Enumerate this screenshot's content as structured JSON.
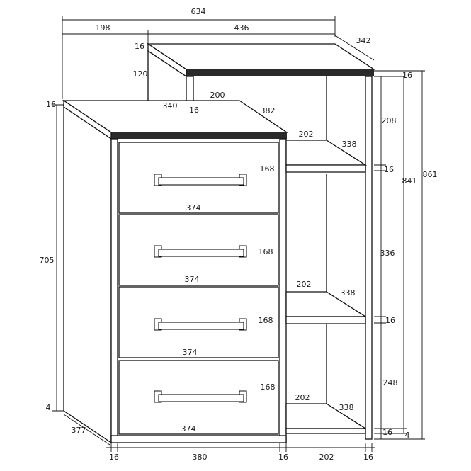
{
  "dimensions": {
    "total_width": "634",
    "left_width": "198",
    "top_width": "436",
    "top_depth": "342",
    "top_left_thk": "16",
    "riser_height": "120",
    "riser_depth": "340",
    "riser_thk": "16",
    "left_top_offset": "200",
    "left_top_depth": "382",
    "left_top_thk": "16",
    "right_top_thk": "16",
    "shelf1_width": "202",
    "shelf1_depth": "338",
    "shelf2_width": "202",
    "shelf2_depth": "338",
    "shelf3_width": "202",
    "shelf3_depth": "338",
    "drawer1_height": "168",
    "drawer2_height": "168",
    "drawer3_height": "168",
    "drawer4_height": "168",
    "drawer1_width": "374",
    "drawer2_width": "374",
    "drawer3_width": "374",
    "drawer4_width": "374",
    "gap_top": "208",
    "shelf_thk_1": "16",
    "gap_mid": "336",
    "shelf_thk_2": "16",
    "gap_low": "248",
    "shelf_thk_bottom": "16",
    "foot": "4",
    "inner_height": "841",
    "overall_height": "861",
    "left_height": "705",
    "left_foot": "4",
    "side_depth": "377",
    "bottom_left_panel": "16",
    "bottom_carcass": "380",
    "bottom_mid_panel": "16",
    "bottom_open": "202",
    "bottom_right_panel": "16"
  }
}
